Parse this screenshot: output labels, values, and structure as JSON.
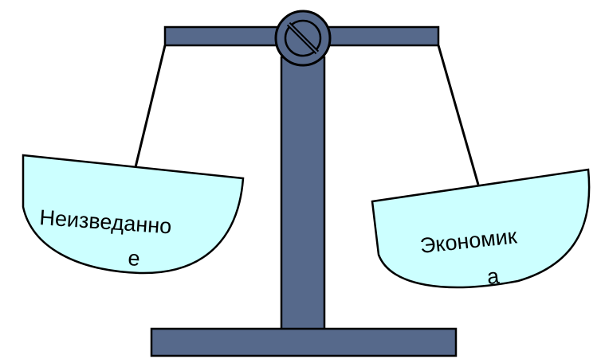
{
  "left_pan": {
    "line1": "Неизведанно",
    "line2": "е"
  },
  "right_pan": {
    "line1": "Экономик",
    "line2": "а"
  },
  "colors": {
    "beam": "#56698b",
    "pan_fill": "#ccffff",
    "outline": "#000000",
    "background": "#ffffff"
  },
  "icons": {
    "pivot": "prohibition-sign-icon"
  }
}
